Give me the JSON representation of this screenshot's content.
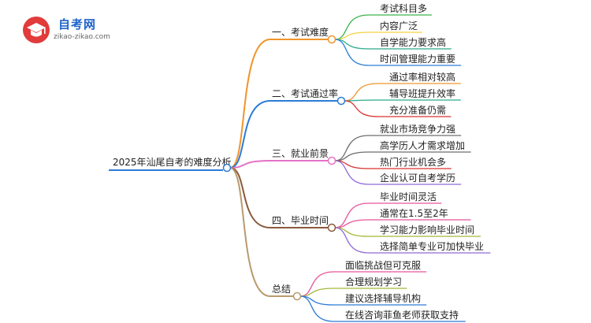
{
  "logo": {
    "name": "自考网",
    "site": "zikao-zikao.com"
  },
  "root": {
    "label": "2025年汕尾自考的难度分析"
  },
  "branches": [
    {
      "label": "一、考试难度",
      "color": "#f0942b",
      "children": [
        {
          "label": "考试科目多",
          "color": "#3cb34a"
        },
        {
          "label": "内容广泛",
          "color": "#f5d142"
        },
        {
          "label": "自学能力要求高",
          "color": "#2aaa8a"
        },
        {
          "label": "时间管理能力重要",
          "color": "#2c7bd6"
        }
      ]
    },
    {
      "label": "二、考试通过率",
      "color": "#2c7bd6",
      "children": [
        {
          "label": "通过率相对较高",
          "color": "#f0942b"
        },
        {
          "label": "辅导班提升效率",
          "color": "#2aaa8a"
        },
        {
          "label": "充分准备仍需",
          "color": "#d93030"
        }
      ]
    },
    {
      "label": "三、就业前景",
      "color": "#e472c8",
      "children": [
        {
          "label": "就业市场竞争力强",
          "color": "#6e6e6e"
        },
        {
          "label": "高学历人才需求增加",
          "color": "#6e6e6e"
        },
        {
          "label": "热门行业机会多",
          "color": "#d93030"
        },
        {
          "label": "企业认可自考学历",
          "color": "#8f6ad8"
        }
      ]
    },
    {
      "label": "四、毕业时间",
      "color": "#8b5a3c",
      "children": [
        {
          "label": "毕业时间灵活",
          "color": "#e8559a"
        },
        {
          "label": "通常在1.5至2年",
          "color": "#e8559a"
        },
        {
          "label": "学习能力影响毕业时间",
          "color": "#a5b83a"
        },
        {
          "label": "选择简单专业可加快毕业",
          "color": "#8f6ad8"
        }
      ]
    },
    {
      "label": "总结",
      "color": "#b99a6e",
      "children": [
        {
          "label": "面临挑战但可克服",
          "color": "#e8559a"
        },
        {
          "label": "合理规划学习",
          "color": "#a5b83a"
        },
        {
          "label": "建议选择辅导机构",
          "color": "#2c7bd6"
        },
        {
          "label": "在线咨询菲鱼老师获取支持",
          "color": "#2c7bd6"
        }
      ]
    }
  ]
}
